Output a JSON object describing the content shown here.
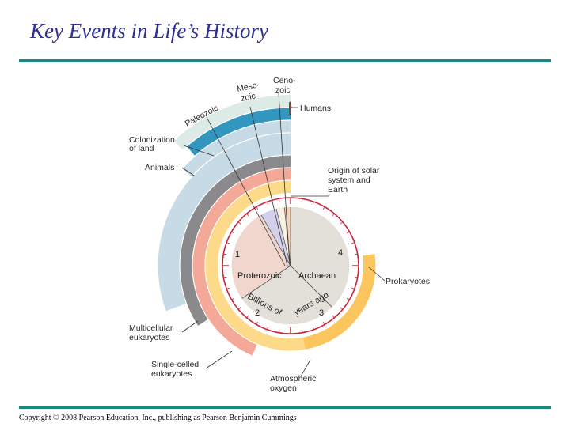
{
  "slide": {
    "title": "Key Events in Life’s History",
    "copyright": "Copyright © 2008 Pearson Education, Inc., publishing as Pearson Benjamin Cummings"
  },
  "diagram": {
    "eras": {
      "archaean": "Archaean",
      "proterozoic": "Proterozoic",
      "paleozoic": "Paleozoic",
      "mesozoic_line1": "Meso-",
      "mesozoic_line2": "zoic",
      "cenozoic_line1": "Ceno-",
      "cenozoic_line2": "zoic"
    },
    "events": {
      "humans": "Humans",
      "origin_line1": "Origin of solar",
      "origin_line2": "system and",
      "origin_line3": "Earth",
      "prokaryotes": "Prokaryotes",
      "oxygen_line1": "Atmospheric",
      "oxygen_line2": "oxygen",
      "single_line1": "Single-celled",
      "single_line2": "eukaryotes",
      "multi_line1": "Multicellular",
      "multi_line2": "eukaryotes",
      "animals": "Animals",
      "colonization_line1": "Colonization",
      "colonization_line2": "of land"
    },
    "axis": {
      "billions": "Billions of",
      "years_ago": "years ago",
      "tick_1": "1",
      "tick_2": "2",
      "tick_3": "3",
      "tick_4": "4"
    },
    "colors": {
      "clock_ring": "#c9243b",
      "archaean_fill": "#e2e0d8",
      "proterozoic_fill": "#f0d6cc",
      "paleozoic_fill": "#d2d0ea",
      "mesozoic_fill": "#f8f0e0",
      "cenozoic_fill": "#f6d3b6",
      "prokaryotes_band": "#fcc55e",
      "oxygen_band": "#fdd98a",
      "single_celled_band": "#f4a898",
      "multicellular_band": "#8a8a8c",
      "animals_band": "#c6dbe5",
      "colonization_band": "#3296be",
      "outer_pale_band": "#dcebe6"
    }
  }
}
